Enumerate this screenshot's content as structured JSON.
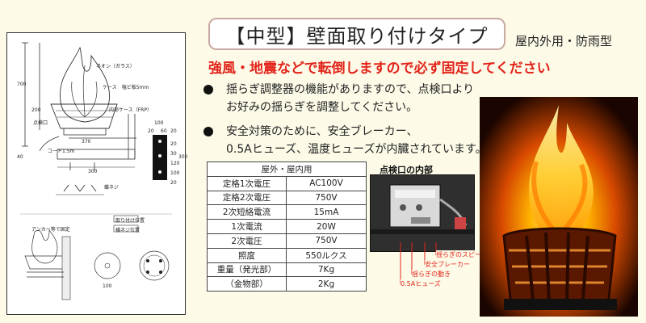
{
  "title": "【中型】壁面取り付けタイプ",
  "subtitle": "屋内外用・防雨型",
  "warning": "強風・地震などで転倒しますので必ず固定してください",
  "bullets": [
    {
      "line1": "揺らぎ調整器の機能がありますので、点検口より",
      "line2": "お好みの揺らぎを調整してください。"
    },
    {
      "line1": "安全対策のために、安全ブレーカー、",
      "line2": "0.5Aヒューズ、温度ヒューズが内臓されています。"
    }
  ],
  "spec_table": {
    "header": "屋外・屋内用",
    "rows": [
      {
        "label": "定格1次電圧",
        "value": "AC100V"
      },
      {
        "label": "定格2次電圧",
        "value": "750V"
      },
      {
        "label": "2次短絡電流",
        "value": "15mA"
      },
      {
        "label": "1次電流",
        "value": "20W"
      },
      {
        "label": "2次電圧",
        "value": "750V"
      },
      {
        "label": "照度",
        "value": "550ルクス"
      },
      {
        "label": "重量（発光部）",
        "value": "7Kg"
      },
      {
        "label": "（金物部）",
        "value": "2Kg"
      }
    ]
  },
  "inspection": {
    "title": "点検口の内部",
    "callouts": {
      "speed": "揺らぎのスピード",
      "breaker": "安全ブレーカー",
      "motion": "揺らぎの動き",
      "fuse": "0.5Aヒューズ"
    }
  },
  "drawing": {
    "labels": {
      "neon": "ネオン（ガラス）",
      "case": "ケース　塩ビ板5mm",
      "inner_case": "内部ケース（FRP）",
      "inspection_port": "点検口",
      "cord": "コード1.5m",
      "anchor_bolt": "蝶ネジ",
      "anchor_fix": "アンカー等で固定",
      "detail": "取り付け位置",
      "bolt_position": "横ネジ位置"
    },
    "dims": {
      "d700": "700",
      "d200": "200",
      "d370": "370",
      "d300": "300",
      "d40": "40",
      "d100": "100",
      "d20a": "20",
      "d60": "60",
      "d20b": "20",
      "w300": "300",
      "w100": "100",
      "w120": "120",
      "w30": "30",
      "w20": "20",
      "w20b": "20",
      "d100b": "100"
    }
  },
  "colors": {
    "warning": "#e2231a",
    "title_border": "#c9a9a6",
    "background": "#fdfbe8"
  }
}
